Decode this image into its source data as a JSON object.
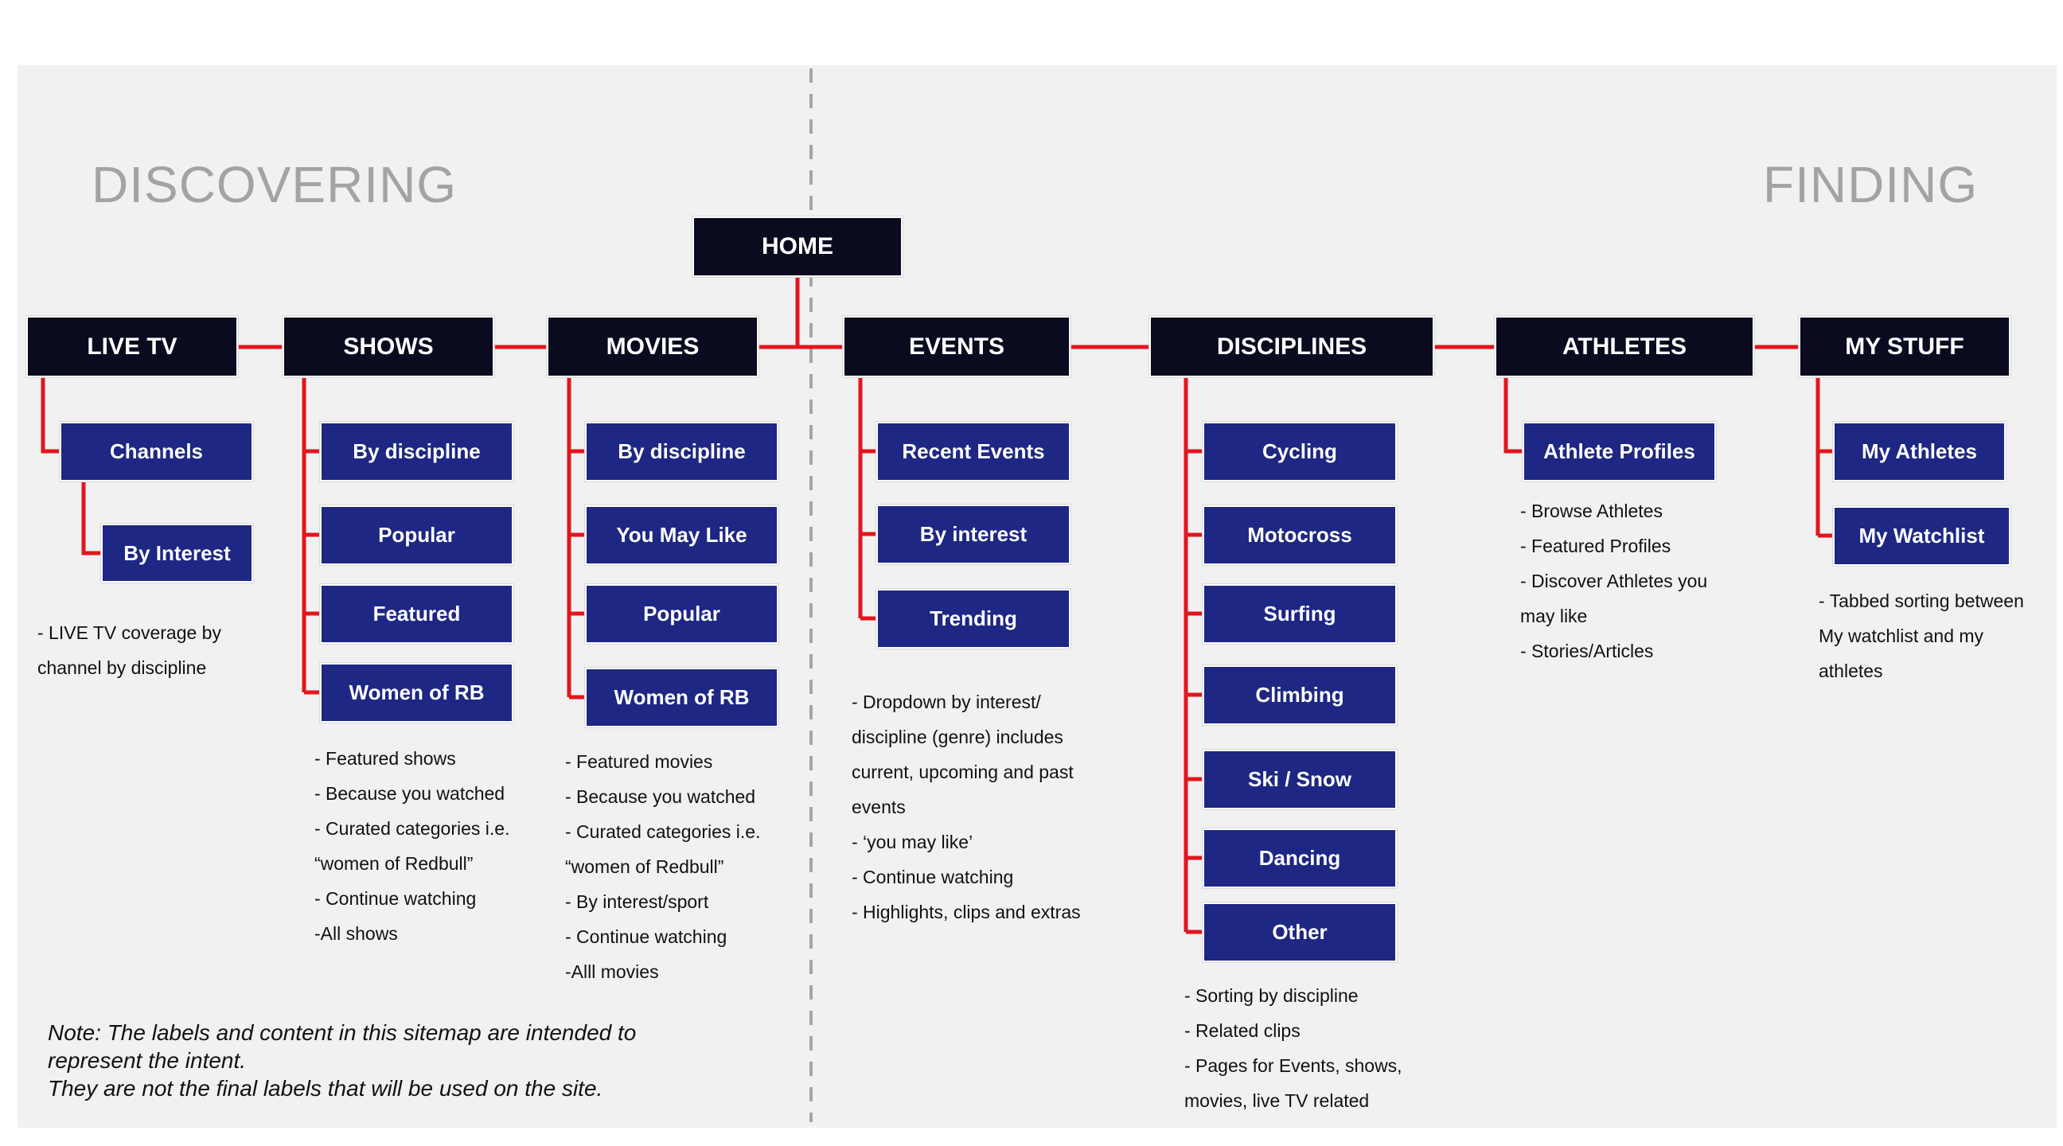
{
  "sections": {
    "left": "DISCOVERING",
    "right": "FINDING"
  },
  "home": {
    "label": "HOME"
  },
  "columns": [
    {
      "label": "LIVE TV",
      "children": [
        "Channels",
        "By Interest"
      ],
      "notes": [
        "- LIVE TV coverage by",
        "channel by discipline"
      ]
    },
    {
      "label": "SHOWS",
      "children": [
        "By discipline",
        "Popular",
        "Featured",
        "Women of RB"
      ],
      "notes": [
        "- Featured shows",
        "- Because you watched",
        "- Curated categories i.e.",
        "“women of Redbull”",
        "- Continue watching",
        "-All shows"
      ]
    },
    {
      "label": "MOVIES",
      "children": [
        "By discipline",
        "You May Like",
        "Popular",
        "Women of RB"
      ],
      "notes": [
        "- Featured movies",
        "- Because you watched",
        "- Curated categories i.e.",
        "“women of Redbull”",
        "- By interest/sport",
        "- Continue watching",
        "-Alll movies"
      ]
    },
    {
      "label": "EVENTS",
      "children": [
        "Recent Events",
        "By interest",
        "Trending"
      ],
      "notes": [
        "- Dropdown by interest/",
        "discipline  (genre) includes",
        "current, upcoming and past",
        "events",
        "- ‘you may like’",
        "- Continue watching",
        "- Highlights, clips and extras"
      ]
    },
    {
      "label": "DISCIPLINES",
      "children": [
        "Cycling",
        "Motocross",
        "Surfing",
        "Climbing",
        "Ski / Snow",
        "Dancing",
        "Other"
      ],
      "notes": [
        "- Sorting by discipline",
        "- Related clips",
        "- Pages for Events, shows,",
        "movies, live TV related"
      ]
    },
    {
      "label": "ATHLETES",
      "children": [
        "Athlete Profiles"
      ],
      "notes": [
        "- Browse Athletes",
        "-  Featured Profiles",
        "- Discover Athletes you",
        "may like",
        "- Stories/Articles"
      ]
    },
    {
      "label": "MY STUFF",
      "children": [
        "My Athletes",
        "My Watchlist"
      ],
      "notes": [
        "- Tabbed sorting between",
        "My watchlist and my",
        "athletes"
      ]
    }
  ],
  "footer_note": [
    "Note: The labels and content in this sitemap are intended to",
    "represent the intent.",
    "They are not the final labels that will be used on the site."
  ],
  "colors": {
    "connector": "#e3151c",
    "top_box": "#0a0b1f",
    "sub_box": "#1e2783",
    "divider": "#a5a5a5",
    "section_label": "#a3a3a5"
  }
}
